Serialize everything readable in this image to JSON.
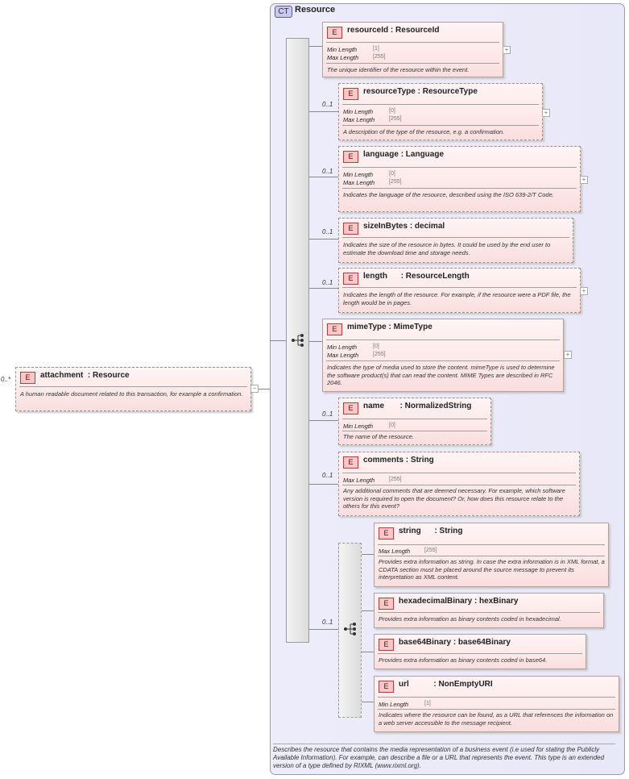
{
  "outer": {
    "cardinality": "0..*",
    "name": "attachment",
    "type": ": Resource",
    "description": "A human readable document related to this transaction, for example a confirmation.",
    "collapse": "−"
  },
  "complex_type": {
    "badge": "CT",
    "name": "Resource",
    "description": "Describes the resource that contains the media representation of a business event (i.e used for stating the Publicly Available Information). For example, can describe a file or a URL that represents the event. This type is an extended version of a type defined by RIXML (www.rixml.org)."
  },
  "elements": [
    {
      "card": "",
      "name": "resourceId",
      "type": ": ResourceId",
      "facets": [
        [
          "Min Length",
          "[1]"
        ],
        [
          "Max Length",
          "[255]"
        ]
      ],
      "desc": "The unique identifier of the resource within the event.",
      "expand": "+"
    },
    {
      "card": "0..1",
      "name": "resourceType",
      "type": ": ResourceType",
      "facets": [
        [
          "Min Length",
          "[0]"
        ],
        [
          "Max Length",
          "[255]"
        ]
      ],
      "desc": "A description of the type of the resource, e.g. a confirmation.",
      "expand": "+"
    },
    {
      "card": "0..1",
      "name": "language",
      "type": ": Language",
      "facets": [
        [
          "Min Length",
          "[0]"
        ],
        [
          "Max Length",
          "[255]"
        ]
      ],
      "desc": "Indicates the language of the resource, described using the ISO 639-2/T Code.",
      "expand": "+"
    },
    {
      "card": "0..1",
      "name": "sizeInBytes",
      "type": ": decimal",
      "facets": [],
      "desc": "Indicates the size of the resource in bytes. It could be used by the end user to estimate the download time and storage needs.",
      "expand": ""
    },
    {
      "card": "0..1",
      "name": "length",
      "type": ": ResourceLength",
      "facets": [],
      "desc": "Indicates the length of the resource. For example, if the resource were a PDF file, the length would be in pages.",
      "expand": "+"
    },
    {
      "card": "",
      "name": "mimeType",
      "type": ": MimeType",
      "facets": [
        [
          "Min Length",
          "[0]"
        ],
        [
          "Max Length",
          "[255]"
        ]
      ],
      "desc": "Indicates the type of media used to store the content. mimeType is used to determine the software product(s) that can read the content. MIME Types are described in RFC 2046.",
      "expand": "+"
    },
    {
      "card": "0..1",
      "name": "name",
      "type": ": NormalizedString",
      "facets": [
        [
          "Min Length",
          "[0]"
        ]
      ],
      "desc": "The name of the resource.",
      "expand": ""
    },
    {
      "card": "0..1",
      "name": "comments",
      "type": ": String",
      "facets": [
        [
          "Max Length",
          "[255]"
        ]
      ],
      "desc": "Any additional comments that are deemed necessary. For example, which software version is required to open the document? Or, how does this resource relate to the others for this event?",
      "expand": ""
    }
  ],
  "choice": {
    "card": "0..1",
    "items": [
      {
        "name": "string",
        "type": ": String",
        "facets": [
          [
            "Max Length",
            "[255]"
          ]
        ],
        "desc": "Provides extra information as string. In case the extra information is in XML format, a CDATA section must be placed around the source message to prevent its interpretation as XML content."
      },
      {
        "name": "hexadecimalBinary",
        "type": ": hexBinary",
        "facets": [],
        "desc": "Provides extra information as binary contents coded in hexadecimal."
      },
      {
        "name": "base64Binary",
        "type": ": base64Binary",
        "facets": [],
        "desc": "Provides extra information as binary contents coded in base64."
      },
      {
        "name": "url",
        "type": ": NonEmptyURI",
        "facets": [
          [
            "Min Length",
            "[1]"
          ]
        ],
        "desc": "Indicates where the resource can be found, as a URL that references the information on a web server accessible to the message recipient."
      }
    ]
  },
  "icons": {
    "element": "E",
    "sequence": "sequence-icon",
    "choice": "choice-icon"
  }
}
